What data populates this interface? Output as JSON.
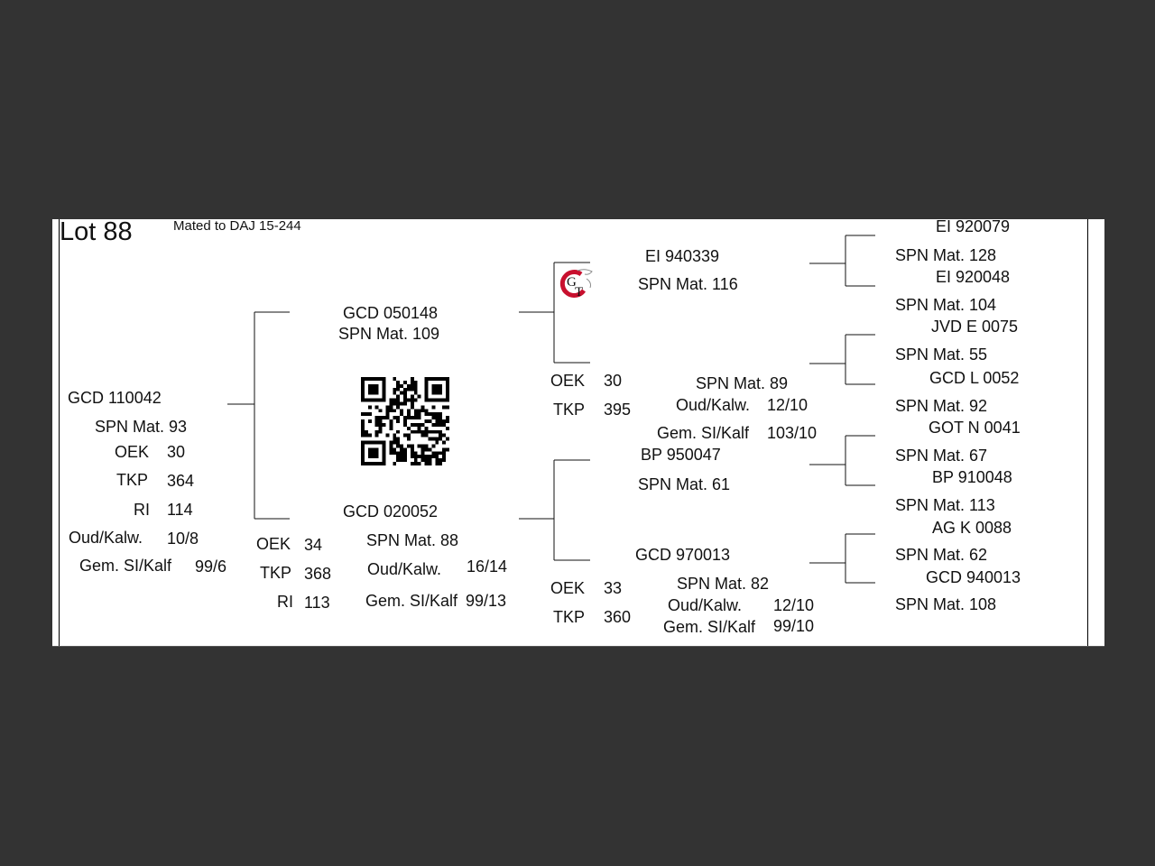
{
  "header": {
    "lot": "Lot 88",
    "mated": "Mated to DAJ 15-244"
  },
  "subject": {
    "id": "GCD 110042",
    "spn": "SPN Mat. 93",
    "stats": [
      {
        "label": "OEK",
        "value": "30"
      },
      {
        "label": "TKP",
        "value": "364"
      },
      {
        "label": "RI",
        "value": "114"
      },
      {
        "label": "Oud/Kalw.",
        "value": "10/8"
      },
      {
        "label": "Gem. SI/Kalf",
        "value": "99/6"
      }
    ]
  },
  "sire": {
    "id": "GCD 050148",
    "spn": "SPN Mat. 109"
  },
  "dam": {
    "id": "GCD 020052",
    "spn": "SPN Mat. 88",
    "stats": [
      {
        "label": "OEK",
        "value": "34"
      },
      {
        "label": "TKP",
        "value": "368"
      },
      {
        "label": "RI",
        "value": "113"
      }
    ],
    "oud_label": "Oud/Kalw.",
    "oud_value": "16/14",
    "gem_label": "Gem. SI/Kalf",
    "gem_value": "99/13"
  },
  "sire_sire": {
    "id": "EI  940339",
    "spn": "SPN Mat. 116"
  },
  "sire_dam": {
    "oek_label": "OEK",
    "oek_value": "30",
    "tkp_label": "TKP",
    "tkp_value": "395",
    "spn": "SPN Mat. 89",
    "oud_label": "Oud/Kalw.",
    "oud_value": "12/10",
    "gem_label": "Gem. SI/Kalf",
    "gem_value": "103/10"
  },
  "dam_sire": {
    "id": "BP  950047",
    "spn": "SPN Mat. 61"
  },
  "dam_dam": {
    "id": "GCD 970013",
    "oek_label": "OEK",
    "oek_value": "33",
    "tkp_label": "TKP",
    "tkp_value": "360",
    "spn": "SPN Mat. 82",
    "oud_label": "Oud/Kalw.",
    "oud_value": "12/10",
    "gem_label": "Gem. SI/Kalf",
    "gem_value": "99/10"
  },
  "ancestors": [
    {
      "id": "EI  920079",
      "spn": "SPN Mat. 128"
    },
    {
      "id": "EI  920048",
      "spn": "SPN Mat. 104"
    },
    {
      "id": "JVD E 0075",
      "spn": "SPN Mat. 55"
    },
    {
      "id": "GCD L 0052",
      "spn": "SPN Mat. 92"
    },
    {
      "id": "GOT N 0041",
      "spn": "SPN Mat. 67"
    },
    {
      "id": "BP  910048",
      "spn": "SPN Mat. 113"
    },
    {
      "id": "AG  K 0088",
      "spn": "SPN Mat. 62"
    },
    {
      "id": "GCD 940013",
      "spn": "SPN Mat. 108"
    }
  ],
  "logo": {
    "text": "GT",
    "accent": "#c8102e",
    "icon": "breeder-logo"
  },
  "qr": {
    "icon": "qr-code"
  }
}
